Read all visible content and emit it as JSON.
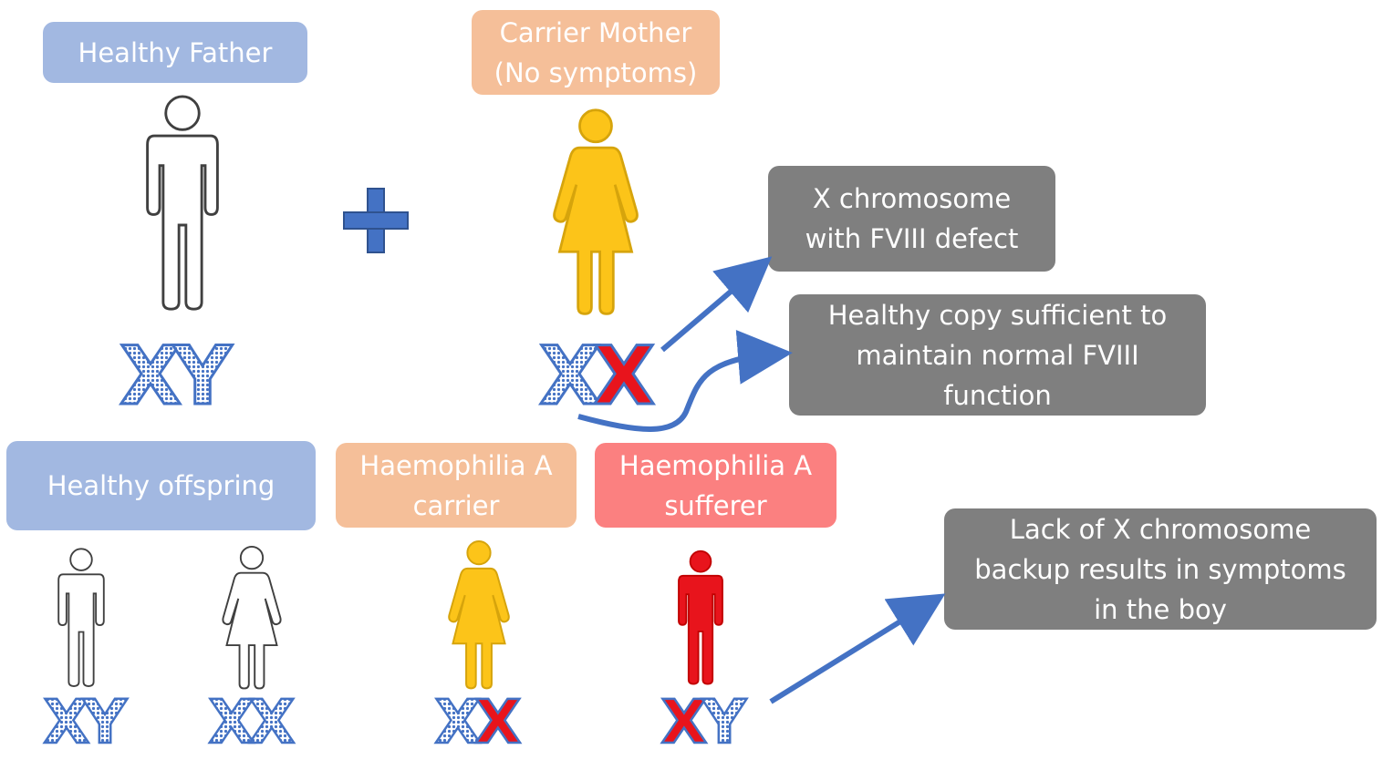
{
  "parents": {
    "father_label": "Healthy Father",
    "mother_label": [
      "Carrier Mother",
      "(No symptoms)"
    ],
    "father_chromosomes": [
      "X",
      "Y"
    ],
    "mother_chromosomes": [
      "X",
      "X"
    ]
  },
  "offspring": {
    "healthy_label": "Healthy offspring",
    "carrier_label": [
      "Haemophilia A",
      "carrier"
    ],
    "sufferer_label": [
      "Haemophilia A",
      "sufferer"
    ],
    "healthy_son_chromosomes": [
      "X",
      "Y"
    ],
    "healthy_daughter_chromosomes": [
      "X",
      "X"
    ],
    "carrier_chromosomes": [
      "X",
      "X"
    ],
    "sufferer_chromosomes": [
      "X",
      "Y"
    ]
  },
  "callouts": {
    "defect": [
      "X chromosome",
      "with FVIII defect"
    ],
    "healthy_copy": [
      "Healthy copy sufficient to",
      "maintain normal FVIII",
      "function"
    ],
    "lack_backup": [
      "Lack of X chromosome",
      "backup results in symptoms",
      "in the boy"
    ]
  },
  "colors": {
    "chromosome_blue": "#4472c4",
    "defect_red": "#e8141c",
    "carrier_yellow": "#fcc419",
    "sufferer_red": "#e8141c",
    "arrow_blue": "#4472c4",
    "plus_blue": "#4472c4"
  }
}
